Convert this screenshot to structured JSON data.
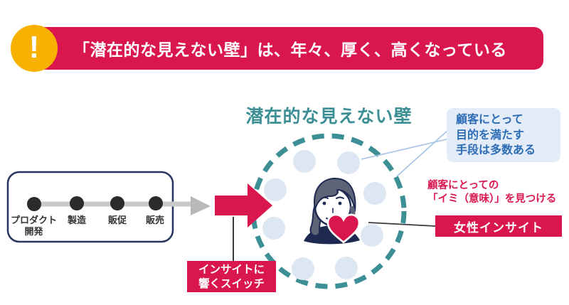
{
  "banner": {
    "alert_glyph": "!",
    "title": "「潜在的な見えない壁」は、年々、厚く、高くなっている"
  },
  "diagram": {
    "circle_title": "潜在的な見えない壁",
    "process": {
      "steps": [
        {
          "label": "プロダクト開発"
        },
        {
          "label": "製造"
        },
        {
          "label": "販促"
        },
        {
          "label": "販売"
        }
      ]
    },
    "switch_label": {
      "lines": [
        "インサイトに",
        "響くスイッチ"
      ]
    },
    "means_callout": {
      "lines": [
        "顧客にとって",
        "目的を満たす",
        "手段は多数ある"
      ]
    },
    "imi_note": {
      "lines": [
        "顧客にとっての",
        "「イミ（意味）」を見つける"
      ]
    },
    "insight_label": "女性インサイト"
  },
  "icons": {
    "alert": "exclamation-icon",
    "avatar": "woman-avatar-icon",
    "heart": "heart-icon",
    "gray_arrow": "gray-arrow-icon",
    "red_arrow": "red-arrow-icon"
  },
  "colors": {
    "crimson": "#D9174E",
    "yellow": "#F8B100",
    "teal": "#3D8F96",
    "pale_blue": "#DDE7F3",
    "blue_text": "#2D6DB5",
    "navy": "#1E2A52",
    "box_border": "#273561",
    "gray_arrow": "#B9B9B9",
    "gray_line": "#C9C9C9"
  }
}
